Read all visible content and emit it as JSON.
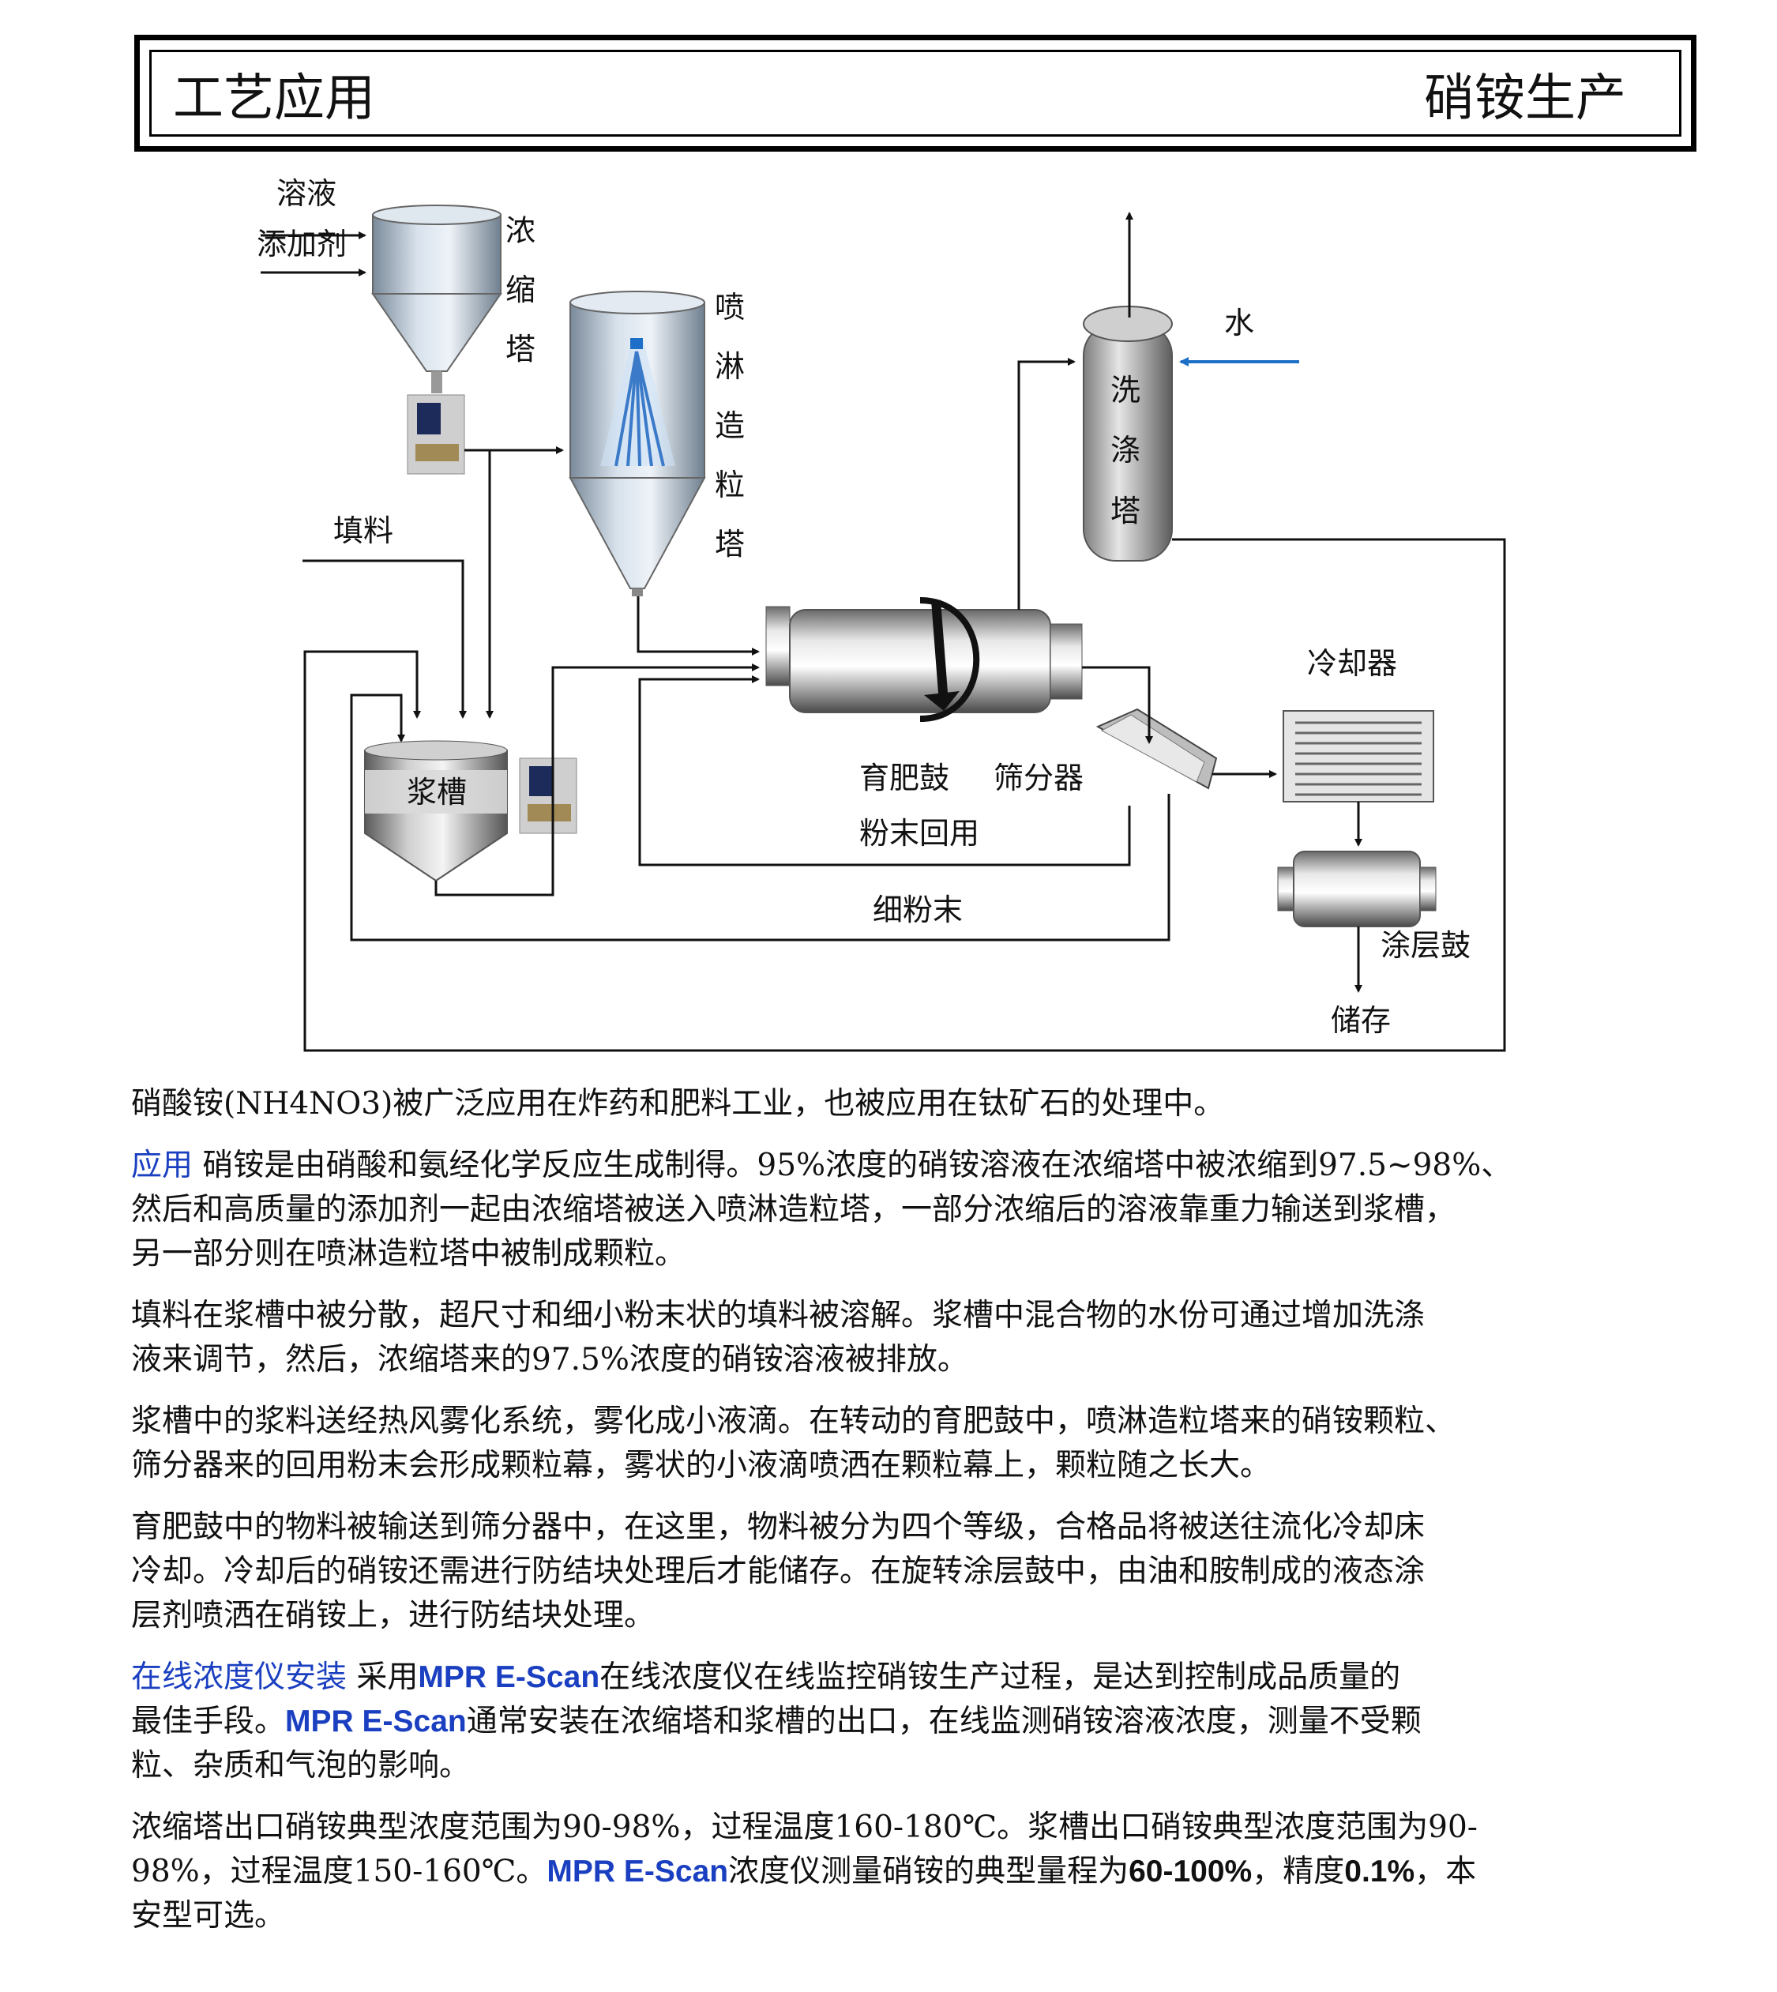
{
  "header": {
    "left": "工艺应用",
    "right": "硝铵生产"
  },
  "diagram": {
    "solution": "溶液",
    "additive": "添加剂",
    "concentrator": [
      "浓",
      "缩",
      "塔"
    ],
    "prilling": [
      "喷",
      "淋",
      "造",
      "粒",
      "塔"
    ],
    "water": "水",
    "scrubber": [
      "洗",
      "涤",
      "塔"
    ],
    "filler": "填料",
    "slurry_tank": "浆槽",
    "granulator": "育肥鼓",
    "screen": "筛分器",
    "recycle": "粉末回用",
    "fines": "细粉末",
    "cooler": "冷却器",
    "coater": "涂层鼓",
    "storage": "储存"
  },
  "text": {
    "p1": "硝酸铵(NH4NO3)被广泛应用在炸药和肥料工业，也被应用在钛矿石的处理中。",
    "p2_label": "应用",
    "p2_line1": " 硝铵是由硝酸和氨经化学反应生成制得。95%浓度的硝铵溶液在浓缩塔中被浓缩到97.5~98%、",
    "p2_line2": "然后和高质量的添加剂一起由浓缩塔被送入喷淋造粒塔，一部分浓缩后的溶液靠重力输送到浆槽，",
    "p2_line3": "另一部分则在喷淋造粒塔中被制成颗粒。",
    "p3_line1": "填料在浆槽中被分散，超尺寸和细小粉末状的填料被溶解。浆槽中混合物的水份可通过增加洗涤",
    "p3_line2": "液来调节，然后，浓缩塔来的97.5%浓度的硝铵溶液被排放。",
    "p4_line1": "浆槽中的浆料送经热风雾化系统，雾化成小液滴。在转动的育肥鼓中，喷淋造粒塔来的硝铵颗粒、",
    "p4_line2": "筛分器来的回用粉末会形成颗粒幕，雾状的小液滴喷洒在颗粒幕上，颗粒随之长大。",
    "p5_line1": "育肥鼓中的物料被输送到筛分器中，在这里，物料被分为四个等级，合格品将被送往流化冷却床",
    "p5_line2": "冷却。冷却后的硝铵还需进行防结块处理后才能储存。在旋转涂层鼓中，由油和胺制成的液态涂",
    "p5_line3": "层剂喷洒在硝铵上，进行防结块处理。",
    "p6_label": "在线浓度仪安装",
    "p6_a": " 采用",
    "p6_brand1": "MPR E-Scan",
    "p6_b": "在线浓度仪在线监控硝铵生产过程，是达到控制成品质量的",
    "p6_c": "最佳手段。",
    "p6_brand2": "MPR E-Scan",
    "p6_d": "通常安装在浓缩塔和浆槽的出口，在线监测硝铵溶液浓度，测量不受颗",
    "p6_e": "粒、杂质和气泡的影响。",
    "p7_a": "浓缩塔出口硝铵典型浓度范围为90-98%，过程温度160-180℃。浆槽出口硝铵典型浓度范围为90-",
    "p7_b": "98%，过程温度150-160℃。",
    "p7_brand": "MPR E-Scan",
    "p7_c": "浓度仪测量硝铵的典型量程为",
    "p7_range": "60-100%",
    "p7_d": "，精度",
    "p7_acc": "0.1%",
    "p7_e": "，本",
    "p7_f": "安型可选。"
  }
}
